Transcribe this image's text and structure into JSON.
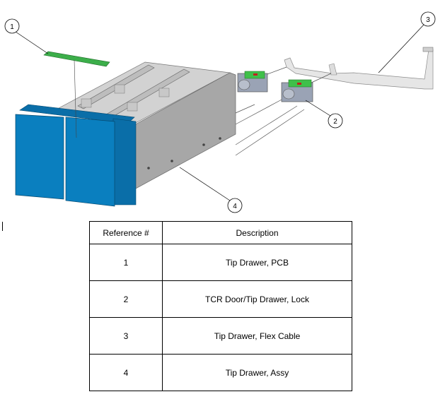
{
  "figure": {
    "callouts": [
      "1",
      "2",
      "3",
      "4"
    ],
    "colors": {
      "drawer_front": "#0a7fbf",
      "drawer_body": "#a9a9a9",
      "pcb": "#3cae4a",
      "flex_cable": "#e4e4e4"
    }
  },
  "table": {
    "headers": [
      "Reference #",
      "Description"
    ],
    "rows": [
      {
        "ref": "1",
        "desc": "Tip Drawer, PCB"
      },
      {
        "ref": "2",
        "desc": "TCR Door/Tip Drawer, Lock"
      },
      {
        "ref": "3",
        "desc": "Tip Drawer, Flex Cable"
      },
      {
        "ref": "4",
        "desc": "Tip Drawer, Assy"
      }
    ]
  }
}
